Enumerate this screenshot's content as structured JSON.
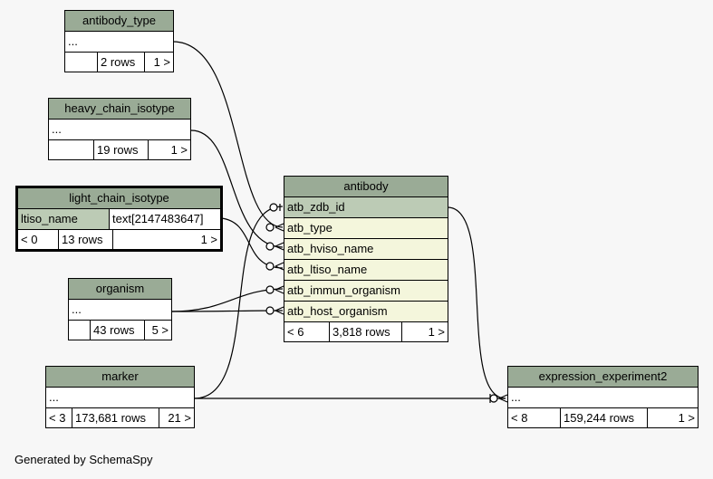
{
  "tables": {
    "antibody_type": {
      "name": "antibody_type",
      "rows": [
        "..."
      ],
      "parents": "",
      "row_count": "2 rows",
      "children": "1 >"
    },
    "heavy_chain_isotype": {
      "name": "heavy_chain_isotype",
      "rows": [
        "..."
      ],
      "parents": "",
      "row_count": "19 rows",
      "children": "1 >"
    },
    "light_chain_isotype": {
      "name": "light_chain_isotype",
      "column": "ltiso_name",
      "column_type": "text[2147483647]",
      "parents": "< 0",
      "row_count": "13 rows",
      "children": "1 >"
    },
    "organism": {
      "name": "organism",
      "rows": [
        "..."
      ],
      "parents": "",
      "row_count": "43 rows",
      "children": "5 >"
    },
    "marker": {
      "name": "marker",
      "rows": [
        "..."
      ],
      "parents": "< 3",
      "row_count": "173,681 rows",
      "children": "21 >"
    },
    "antibody": {
      "name": "antibody",
      "columns": [
        "atb_zdb_id",
        "atb_type",
        "atb_hviso_name",
        "atb_ltiso_name",
        "atb_immun_organism",
        "atb_host_organism"
      ],
      "parents": "< 6",
      "row_count": "3,818 rows",
      "children": "1 >"
    },
    "expression_experiment2": {
      "name": "expression_experiment2",
      "rows": [
        "..."
      ],
      "parents": "< 8",
      "row_count": "159,244 rows",
      "children": "1 >"
    }
  },
  "footer": "Generated by SchemaSpy",
  "colors": {
    "header": "#9aab96",
    "primary_key": "#bccbb5",
    "foreign_key": "#f4f6dc",
    "background": "#f7f7f7"
  }
}
